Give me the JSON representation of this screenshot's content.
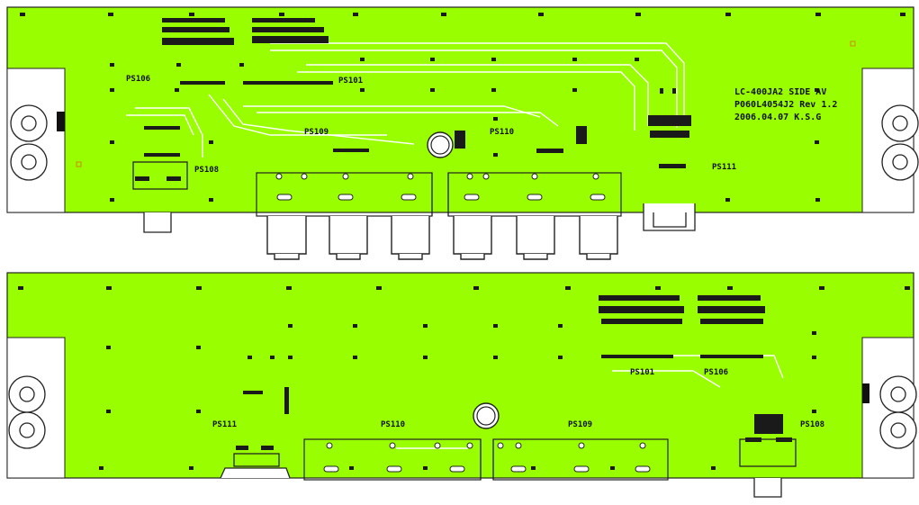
{
  "colors": {
    "board": "#99ff00",
    "outline": "#222222",
    "trace": "#ffffff",
    "pad": "#1a1a1a",
    "background": "#ffffff",
    "accent": "#cc8800"
  },
  "top_board": {
    "info_lines": [
      "LC-400JA2 SIDE AV",
      "P060L4054J2 Rev 1.2",
      "2006.04.07 K.S.G"
    ],
    "labels": {
      "ps106": "PS106",
      "ps101": "PS101",
      "ps109": "PS109",
      "ps110": "PS110",
      "ps108": "PS108",
      "ps111": "PS111"
    }
  },
  "bottom_board": {
    "labels": {
      "ps101": "PS101",
      "ps106": "PS106",
      "ps111": "PS111",
      "ps110": "PS110",
      "ps109": "PS109",
      "ps108": "PS108"
    }
  }
}
